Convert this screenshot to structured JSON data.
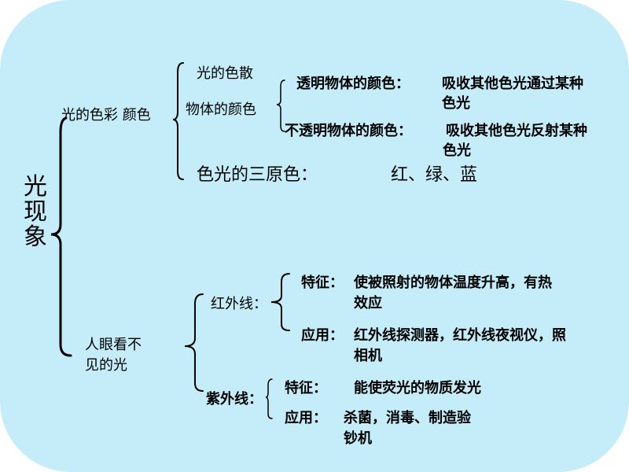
{
  "title": [
    "光",
    "现",
    "象"
  ],
  "color_branch": {
    "label": "光的色彩 颜色",
    "dispersion": "光的色散",
    "object_color": {
      "label": "物体的颜色",
      "transparent": {
        "label": "透明物体的颜色：",
        "desc_line1": "吸收其他色光通过某种",
        "desc_line2": "色光"
      },
      "opaque": {
        "label": "不透明物体的颜色：",
        "desc_line1": "吸收其他色光反射某种",
        "desc_line2": "色光"
      }
    },
    "primary": {
      "label": "色光的三原色：",
      "value": "红、绿、蓝"
    }
  },
  "invisible_branch": {
    "label_line1": "人眼看不",
    "label_line2": "见的光",
    "infrared": {
      "label": "红外线：",
      "feature_label": "特征：",
      "feature_line1": "使被照射的物体温度升高，有热",
      "feature_line2": "效应",
      "use_label": "应用：",
      "use_line1": "红外线探测器，红外线夜视仪，照",
      "use_line2": "相机"
    },
    "ultraviolet": {
      "label": "紫外线：",
      "feature_label": "特征：",
      "feature_line1": "能使荧光的物质发光",
      "use_label": "应用：",
      "use_line1": "杀菌，消毒、制造验",
      "use_line2": "钞机"
    }
  },
  "colors": {
    "background": "#c4ecf9",
    "text": "#000000"
  }
}
